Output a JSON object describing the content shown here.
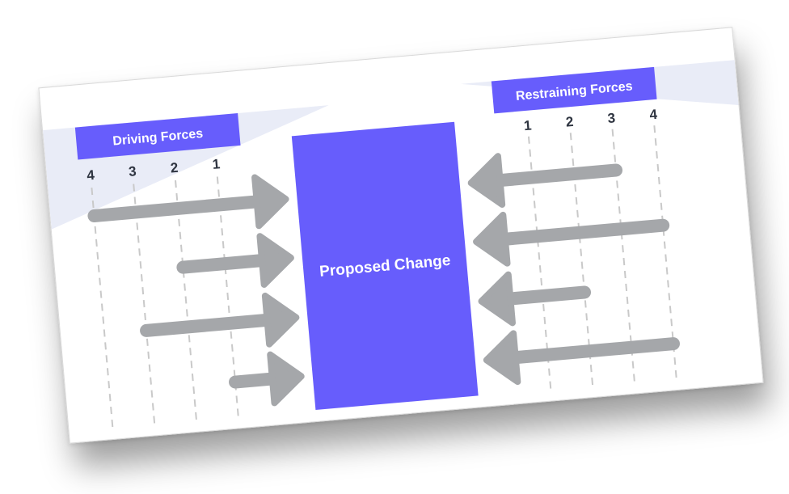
{
  "diagram": {
    "driving": {
      "title": "Driving Forces",
      "scale": [
        "4",
        "3",
        "2",
        "1"
      ],
      "arrow_strengths": [
        4,
        2,
        3,
        1
      ]
    },
    "center": {
      "label": "Proposed Change"
    },
    "restraining": {
      "title": "Restraining Forces",
      "scale": [
        "1",
        "2",
        "3",
        "4"
      ],
      "arrow_strengths": [
        3,
        4,
        2,
        4
      ]
    },
    "colors": {
      "accent": "#675dfc",
      "header_band": "#e9ecf7",
      "arrow": "#a5a7aa",
      "guide_line": "#c9c9c9",
      "scale_text": "#2e3440"
    }
  }
}
